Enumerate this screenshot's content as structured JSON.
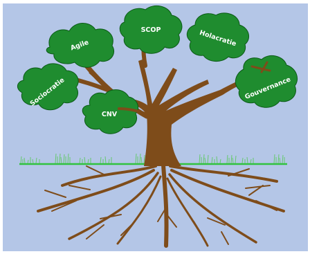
{
  "colors": {
    "sky": "#b4c6e7",
    "foliage": "#1f8c2f",
    "foliage_outline": "#0b5a16",
    "trunk": "#7e4c1a",
    "ground_line": "#31c23f",
    "grass": "#6fd070",
    "label": "#ffffff"
  },
  "canopies": [
    {
      "id": "agile",
      "label": "Agile",
      "icon": "foliage-cloud"
    },
    {
      "id": "scop",
      "label": "SCOP",
      "icon": "foliage-cloud"
    },
    {
      "id": "holacratie",
      "label": "Holacratie",
      "icon": "foliage-cloud"
    },
    {
      "id": "sociocratie",
      "label": "Sociocratie",
      "icon": "foliage-cloud"
    },
    {
      "id": "gouvernance",
      "label": "Gouvernance",
      "icon": "foliage-cloud"
    },
    {
      "id": "cnv",
      "label": "CNV",
      "icon": "foliage-cloud"
    }
  ]
}
